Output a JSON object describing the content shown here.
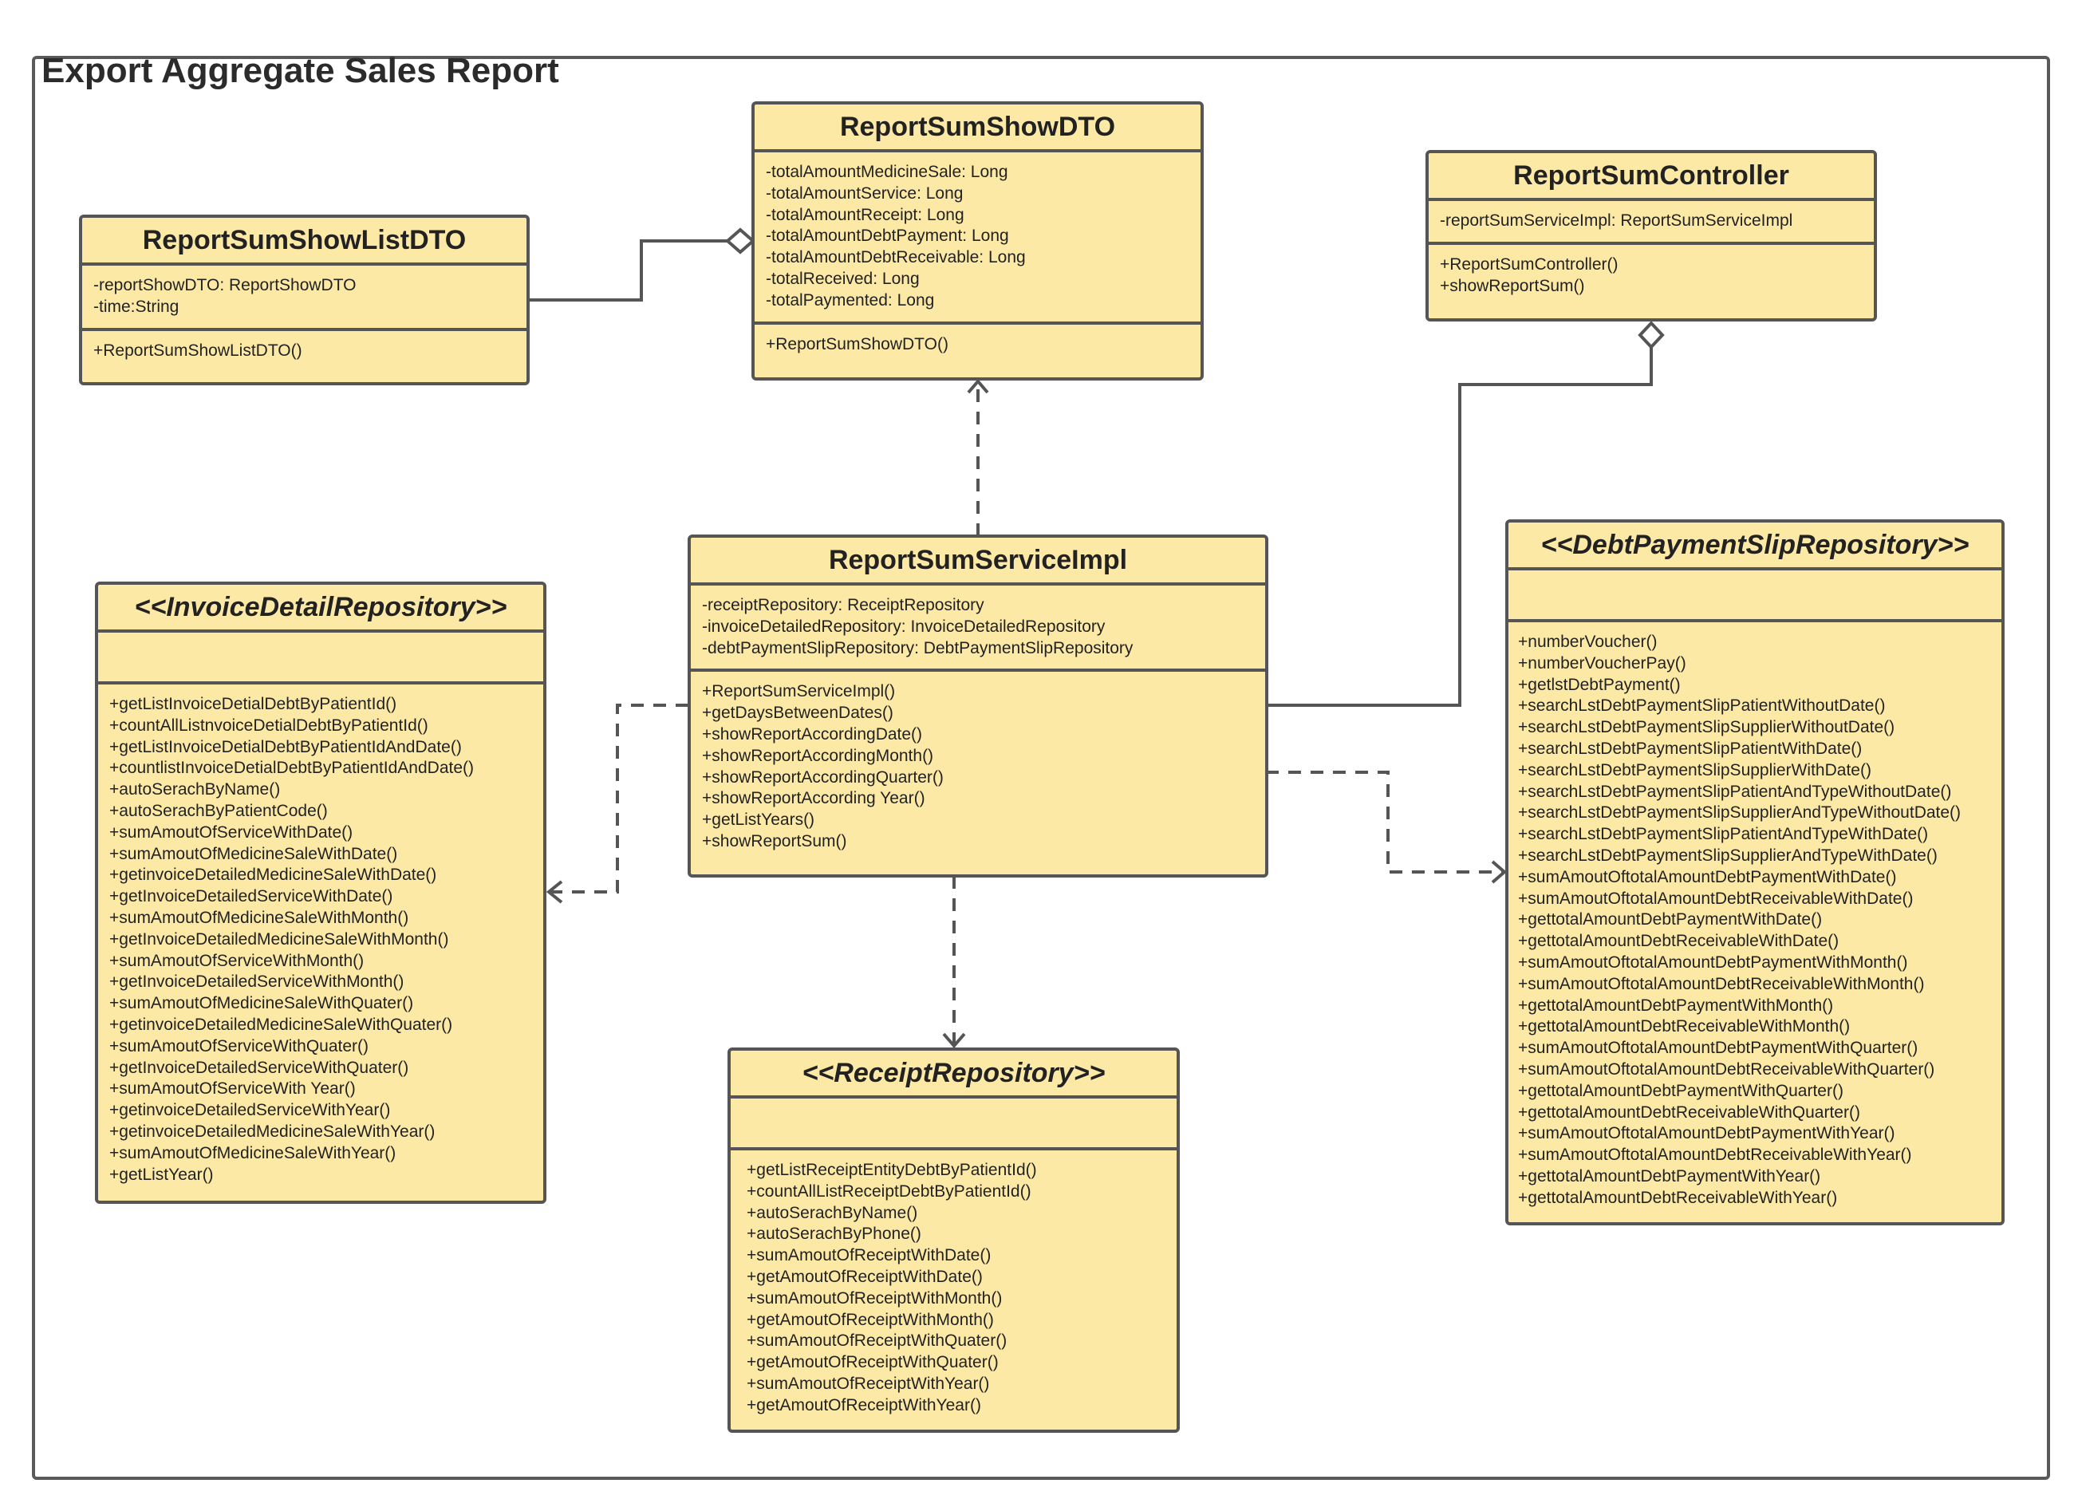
{
  "title": "Export Aggregate Sales Report",
  "colors": {
    "class_fill": "#fde9a6",
    "border": "#555555",
    "line": "#555555"
  },
  "classes": {
    "report_sum_show_list_dto": {
      "name": "ReportSumShowListDTO",
      "attributes": [
        "-reportShowDTO: ReportShowDTO",
        "-time:String"
      ],
      "operations": [
        "+ReportSumShowListDTO()"
      ]
    },
    "report_sum_show_dto": {
      "name": "ReportSumShowDTO",
      "attributes": [
        "-totalAmountMedicineSale: Long",
        "-totalAmountService: Long",
        "-totalAmountReceipt: Long",
        "-totalAmountDebtPayment: Long",
        "-totalAmountDebtReceivable: Long",
        "-totalReceived: Long",
        "-totalPaymented: Long"
      ],
      "operations": [
        "+ReportSumShowDTO()"
      ]
    },
    "report_sum_controller": {
      "name": "ReportSumController",
      "attributes": [
        "-reportSumServiceImpl: ReportSumServiceImpl"
      ],
      "operations": [
        "+ReportSumController()",
        "+showReportSum()"
      ]
    },
    "report_sum_service_impl": {
      "name": "ReportSumServiceImpl",
      "attributes": [
        "-receiptRepository: ReceiptRepository",
        "-invoiceDetailedRepository: InvoiceDetailedRepository",
        "-debtPaymentSlipRepository: DebtPaymentSlipRepository"
      ],
      "operations": [
        "+ReportSumServiceImpl()",
        "+getDaysBetweenDates()",
        "+showReportAccordingDate()",
        "+showReportAccordingMonth()",
        "+showReportAccordingQuarter()",
        "+showReportAccording Year()",
        "+getListYears()",
        "+showReportSum()"
      ]
    },
    "invoice_detail_repository": {
      "name": "<<InvoiceDetailRepository>>",
      "attributes": [],
      "operations": [
        "+getListInvoiceDetialDebtByPatientId()",
        "+countAllListnvoiceDetialDebtByPatientId()",
        "+getListInvoiceDetialDebtByPatientIdAndDate()",
        "+countlistInvoiceDetialDebtByPatientIdAndDate()",
        "+autoSerachByName()",
        "+autoSerachByPatientCode()",
        "+sumAmoutOfServiceWithDate()",
        "+sumAmoutOfMedicineSaleWithDate()",
        "+getinvoiceDetailedMedicineSaleWithDate()",
        "+getInvoiceDetailedServiceWithDate()",
        "+sumAmoutOfMedicineSaleWithMonth()",
        "+getInvoiceDetailedMedicineSaleWithMonth()",
        "+sumAmoutOfServiceWithMonth()",
        "+getInvoiceDetailedServiceWithMonth()",
        "+sumAmoutOfMedicineSaleWithQuater()",
        "+getinvoiceDetailedMedicineSaleWithQuater()",
        "+sumAmoutOfServiceWithQuater()",
        "+getInvoiceDetailedServiceWithQuater()",
        "+sumAmoutOfServiceWith Year()",
        "+getinvoiceDetailedServiceWithYear()",
        "+getinvoiceDetailedMedicineSaleWithYear()",
        "+sumAmoutOfMedicineSaleWithYear()",
        "+getListYear()"
      ]
    },
    "receipt_repository": {
      "name": "<<ReceiptRepository>>",
      "attributes": [],
      "operations": [
        "+getListReceiptEntityDebtByPatientId()",
        "+countAllListReceiptDebtByPatientId()",
        "+autoSerachByName()",
        "+autoSerachByPhone()",
        "+sumAmoutOfReceiptWithDate()",
        "+getAmoutOfReceiptWithDate()",
        "+sumAmoutOfReceiptWithMonth()",
        "+getAmoutOfReceiptWithMonth()",
        "+sumAmoutOfReceiptWithQuater()",
        "+getAmoutOfReceiptWithQuater()",
        "+sumAmoutOfReceiptWithYear()",
        "+getAmoutOfReceiptWithYear()"
      ]
    },
    "debt_payment_slip_repository": {
      "name": "<<DebtPaymentSlipRepository>>",
      "attributes": [],
      "operations": [
        "+numberVoucher()",
        "+numberVoucherPay()",
        "+getlstDebtPayment()",
        "+searchLstDebtPaymentSlipPatientWithoutDate()",
        "+searchLstDebtPaymentSlipSupplierWithoutDate()",
        "+searchLstDebtPaymentSlipPatientWithDate()",
        "+searchLstDebtPaymentSlipSupplierWithDate()",
        "+searchLstDebtPaymentSlipPatientAndTypeWithoutDate()",
        "+searchLstDebtPaymentSlipSupplierAndTypeWithoutDate()",
        "+searchLstDebtPaymentSlipPatientAndTypeWithDate()",
        "+searchLstDebtPaymentSlipSupplierAndTypeWithDate()",
        "+sumAmoutOftotalAmountDebtPaymentWithDate()",
        "+sumAmoutOftotalAmountDebtReceivableWithDate()",
        "+gettotalAmountDebtPaymentWithDate()",
        "+gettotalAmountDebtReceivableWithDate()",
        "+sumAmoutOftotalAmountDebtPaymentWithMonth()",
        "+sumAmoutOftotalAmountDebtReceivableWithMonth()",
        "+gettotalAmountDebtPaymentWithMonth()",
        "+gettotalAmountDebtReceivableWithMonth()",
        "+sumAmoutOftotalAmountDebtPaymentWithQuarter()",
        "+sumAmoutOftotalAmountDebtReceivableWithQuarter()",
        "+gettotalAmountDebtPaymentWithQuarter()",
        "+gettotalAmountDebtReceivableWithQuarter()",
        "+sumAmoutOftotalAmountDebtPaymentWithYear()",
        "+sumAmoutOftotalAmountDebtReceivableWithYear()",
        "+gettotalAmountDebtPaymentWithYear()",
        "+gettotalAmountDebtReceivableWithYear()"
      ]
    }
  },
  "relationships": [
    {
      "type": "aggregation",
      "from": "ReportSumShowListDTO",
      "to": "ReportSumShowDTO"
    },
    {
      "type": "aggregation",
      "from": "ReportSumServiceImpl",
      "to": "ReportSumController"
    },
    {
      "type": "dependency",
      "from": "ReportSumServiceImpl",
      "to": "ReportSumShowDTO"
    },
    {
      "type": "dependency",
      "from": "ReportSumServiceImpl",
      "to": "<<InvoiceDetailRepository>>"
    },
    {
      "type": "dependency",
      "from": "ReportSumServiceImpl",
      "to": "<<ReceiptRepository>>"
    },
    {
      "type": "dependency",
      "from": "ReportSumServiceImpl",
      "to": "<<DebtPaymentSlipRepository>>"
    }
  ]
}
